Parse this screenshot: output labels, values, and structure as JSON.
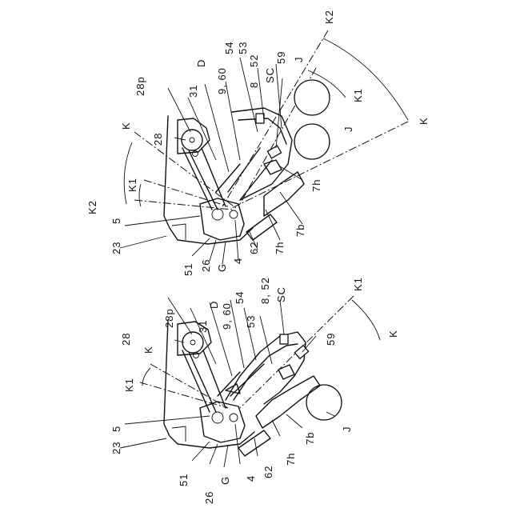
{
  "upper_figure": {
    "labels": {
      "K2_top": "K2",
      "J_top": "J",
      "K1_right": "K1",
      "K_right": "K",
      "J_mid": "J",
      "n59": "59",
      "n52": "52",
      "SC": "SC",
      "n8": "8",
      "n53": "53",
      "n54": "54",
      "n9_60": "9, 60",
      "D": "D",
      "n31": "31",
      "n28p": "28p",
      "n28": "28",
      "K_left": "K",
      "K1_left": "K1",
      "K2_left": "K2",
      "n5": "5",
      "n23": "23",
      "n51": "51",
      "n26": "26",
      "G": "G",
      "n4": "4",
      "n62": "62",
      "n7h_low": "7h",
      "n7b": "7b",
      "n7h_up": "7h"
    }
  },
  "lower_figure": {
    "labels": {
      "K1_right": "K1",
      "K_right": "K",
      "n59": "59",
      "SC": "SC",
      "n8_52": "8, 52",
      "n53": "53",
      "n54": "54",
      "n9_60": "9, 60",
      "D": "D",
      "n31": "31",
      "n28p": "28p",
      "n28": "28",
      "K_left": "K",
      "K1_left": "K1",
      "n5": "5",
      "n23": "23",
      "n51": "51",
      "n26": "26",
      "G": "G",
      "n4": "4",
      "n62": "62",
      "n7h": "7h",
      "n7b": "7b",
      "J": "J"
    }
  }
}
